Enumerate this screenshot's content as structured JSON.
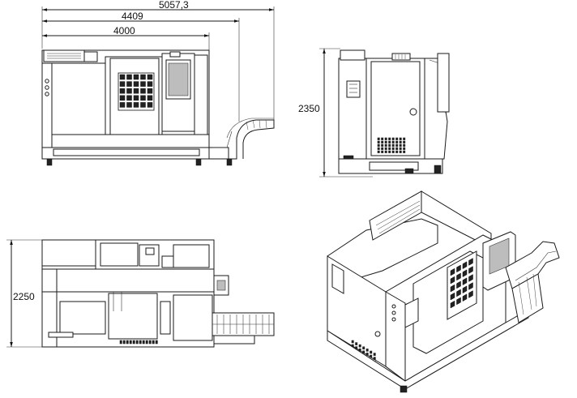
{
  "dimensions": {
    "front_overall": "5057,3",
    "front_machine_with_conveyor": "4409",
    "front_machine": "4000",
    "side_height": "2350",
    "top_depth": "2250"
  }
}
